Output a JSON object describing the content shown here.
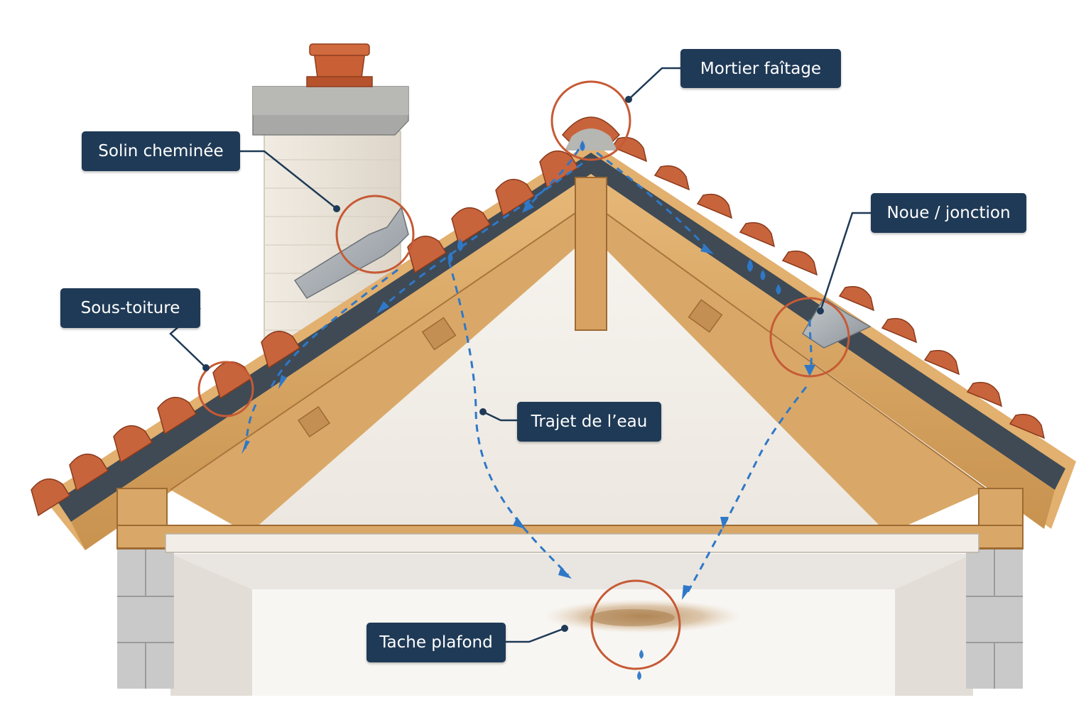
{
  "labels": {
    "ridge_mortar": "Mortier faîtage",
    "chimney_flashing": "Solin cheminée",
    "valley_junction": "Noue / jonction",
    "underlay": "Sous-toiture",
    "water_path": "Trajet de l’eau",
    "ceiling_stain": "Tache plafond"
  },
  "colors": {
    "label_bg": "#1f3a56",
    "label_text": "#ffffff",
    "highlight_circle": "#c65a35",
    "water": "#2f78c8",
    "tile": "#c8643c",
    "timber": "#d9a868",
    "membrane": "#3f4a54"
  }
}
